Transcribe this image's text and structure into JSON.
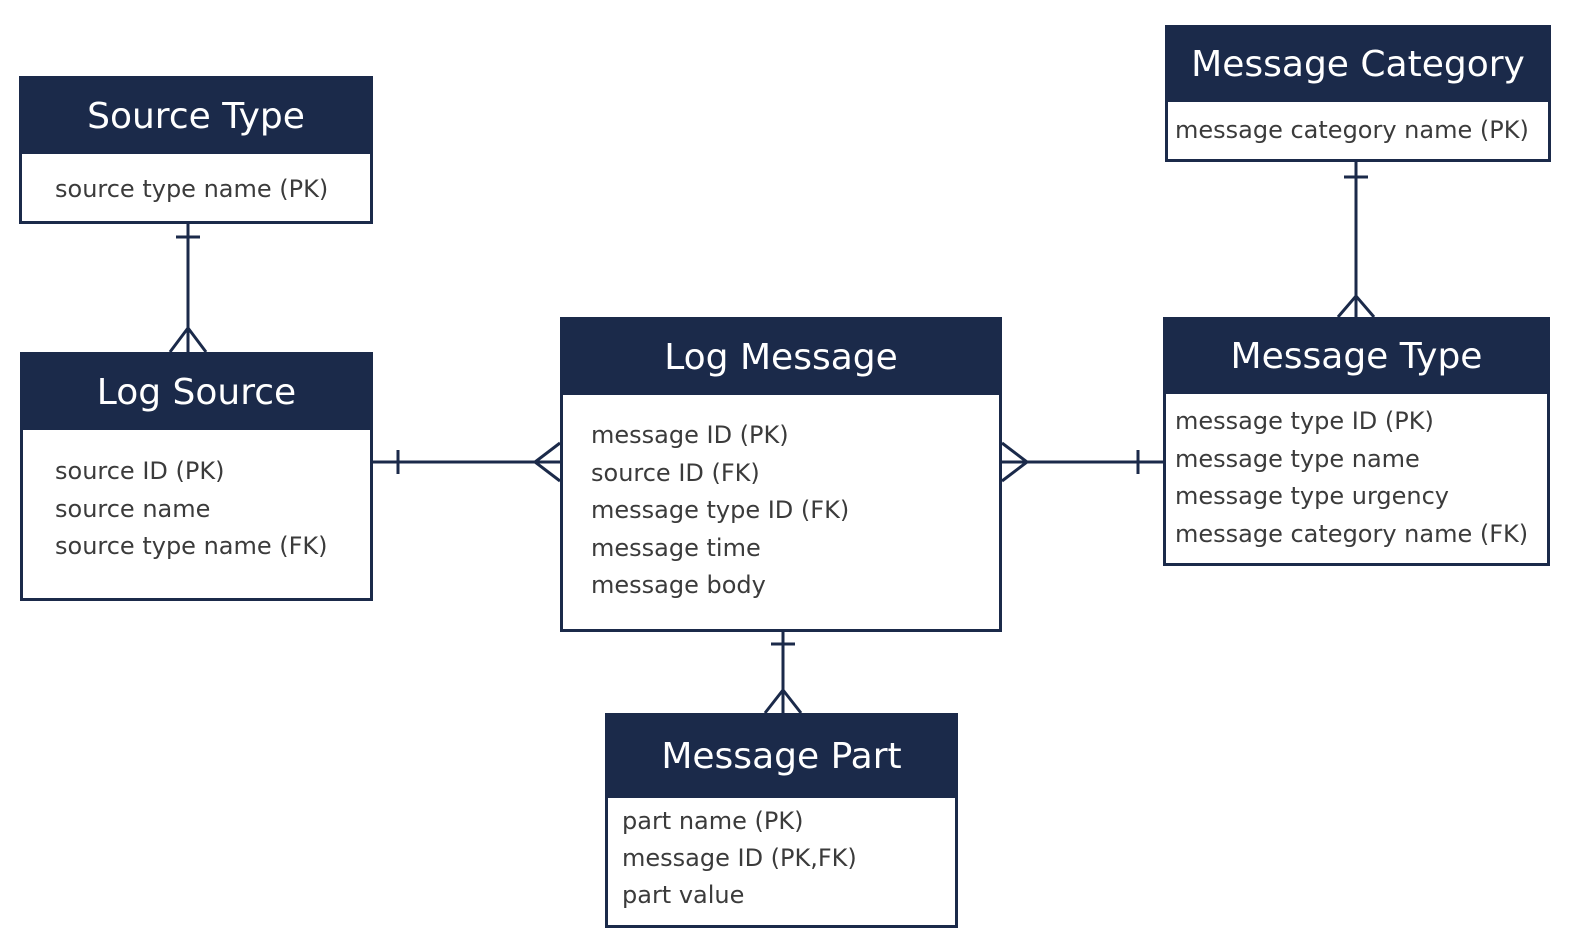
{
  "colors": {
    "header_fill": "#1b2a4a",
    "border": "#1b2a4a",
    "header_text": "#ffffff",
    "attribute_text": "#3b3b3b",
    "background": "#ffffff"
  },
  "entities": {
    "source_type": {
      "title": "Source Type",
      "attributes": [
        "source type name (PK)"
      ]
    },
    "log_source": {
      "title": "Log Source",
      "attributes": [
        "source ID (PK)",
        "source name",
        "source type name (FK)"
      ]
    },
    "log_message": {
      "title": "Log Message",
      "attributes": [
        "message ID (PK)",
        "source ID (FK)",
        "message type ID (FK)",
        "message time",
        "message body"
      ]
    },
    "message_category": {
      "title": "Message Category",
      "attributes": [
        "message category name (PK)"
      ]
    },
    "message_type": {
      "title": "Message Type",
      "attributes": [
        "message type ID (PK)",
        "message type name",
        "message type urgency",
        "message category name (FK)"
      ]
    },
    "message_part": {
      "title": "Message Part",
      "attributes": [
        "part name (PK)",
        "message ID (PK,FK)",
        "part value"
      ]
    }
  },
  "relationships": [
    {
      "one": "Source Type",
      "many": "Log Source"
    },
    {
      "one": "Log Source",
      "many": "Log Message"
    },
    {
      "one": "Message Type",
      "many": "Log Message"
    },
    {
      "one": "Message Category",
      "many": "Message Type"
    },
    {
      "one": "Log Message",
      "many": "Message Part"
    }
  ]
}
